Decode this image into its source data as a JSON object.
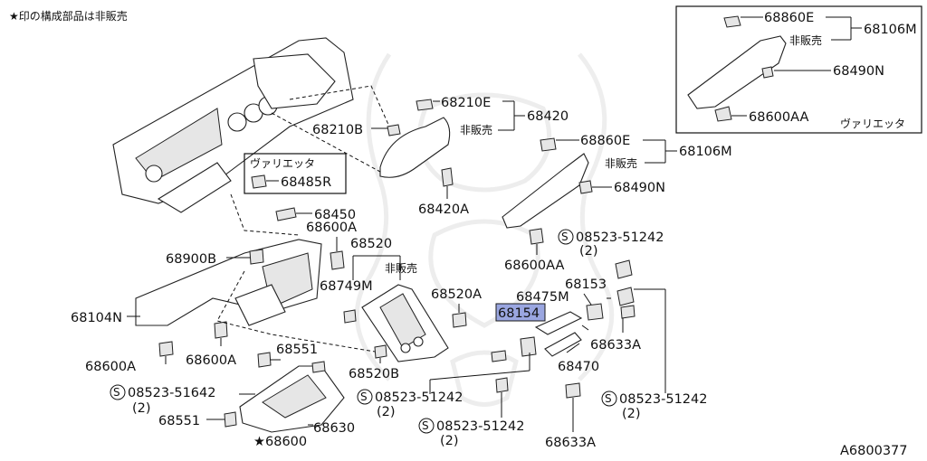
{
  "header_note": "★印の構成部品は非販売",
  "figure_id": "A6800377",
  "not_sold": "非販売",
  "variety": "ヴァリエッタ",
  "parts": {
    "p68860E_top": "68860E",
    "p68106M_top": "68106M",
    "p68490N_top": "68490N",
    "p68600AA_top": "68600AA",
    "p68210E": "68210E",
    "p68420": "68420",
    "p68210B": "68210B",
    "p68420A": "68420A",
    "p68485R": "68485R",
    "p68450": "68450",
    "p68600A_a": "68600A",
    "p68520": "68520",
    "p68900B": "68900B",
    "p68749M": "68749M",
    "p68520A": "68520A",
    "p68104N": "68104N",
    "p68600A_b": "68600A",
    "p68600A_c": "68600A",
    "p68551_a": "68551",
    "p68520B": "68520B",
    "p08523_51642": "08523-51642",
    "qty2_a": "(2)",
    "p68551_b": "68551",
    "p68630": "68630",
    "p68600": "★68600",
    "p68860E_mid": "68860E",
    "p68106M_mid": "68106M",
    "p68490N_mid": "68490N",
    "p08523_51242_a": "08523-51242",
    "qty2_b": "(2)",
    "p68600AA_mid": "68600AA",
    "p68153": "68153",
    "p68475M": "68475M",
    "p68154": "68154",
    "p68633A_a": "68633A",
    "p68470": "68470",
    "p08523_51242_b": "08523-51242",
    "qty2_c": "(2)",
    "p08523_51242_c": "08523-51242",
    "qty2_d": "(2)",
    "p08523_51242_d": "08523-51242",
    "qty2_e": "(2)",
    "p68633A_b": "68633A"
  },
  "screw_mark": "S",
  "highlight_color": "#9aa6e0"
}
